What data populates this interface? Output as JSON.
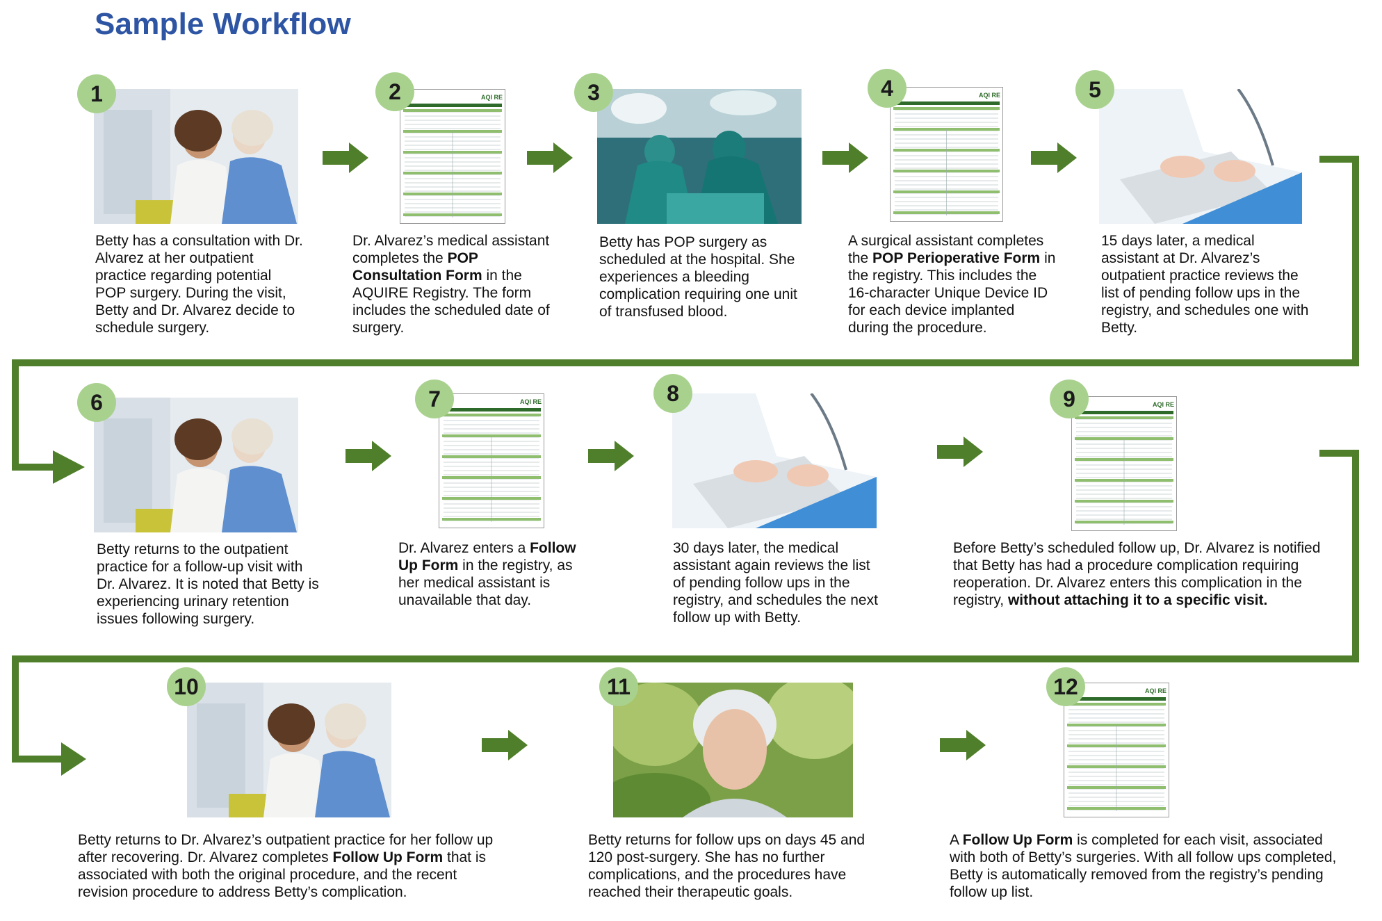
{
  "title": "Sample Workflow",
  "colors": {
    "title": "#2e55a3",
    "badge": "#a9d18e",
    "arrow": "#4f7f2a",
    "form_header": "#2e6b2a"
  },
  "form_logo": "AQI RE",
  "steps": [
    {
      "n": "1",
      "image": "consultation-photo",
      "text": [
        [
          "Betty has a consultation with Dr. Alvarez at her outpatient practice regarding potential POP surgery. During the visit, Betty and Dr. Alvarez decide to schedule surgery.",
          false
        ]
      ]
    },
    {
      "n": "2",
      "image": "consultation-form-thumbnail",
      "text": [
        [
          "Dr. Alvarez’s medical assistant completes the ",
          false
        ],
        [
          "POP Consultation Form",
          true
        ],
        [
          " in the AQUIRE Registry. The form includes the scheduled date of surgery.",
          false
        ]
      ]
    },
    {
      "n": "3",
      "image": "surgery-photo",
      "text": [
        [
          "Betty has POP surgery as scheduled at the hospital. She experiences a bleeding complication requiring one unit of transfused blood.",
          false
        ]
      ]
    },
    {
      "n": "4",
      "image": "perioperative-form-thumbnail",
      "text": [
        [
          "A surgical assistant completes the ",
          false
        ],
        [
          "POP Perioperative Form",
          true
        ],
        [
          " in the registry. This includes the 16-character Unique Device ID for each device implanted during the procedure.",
          false
        ]
      ]
    },
    {
      "n": "5",
      "image": "laptop-photo",
      "text": [
        [
          "15 days later, a medical assistant at Dr. Alvarez’s outpatient practice reviews the list of pending follow ups in the registry, and schedules one with Betty.",
          false
        ]
      ]
    },
    {
      "n": "6",
      "image": "consultation-photo",
      "text": [
        [
          "Betty returns to the outpatient practice for a follow-up visit with Dr. Alvarez. It is noted that Betty is experiencing urinary retention issues following surgery.",
          false
        ]
      ]
    },
    {
      "n": "7",
      "image": "follow-up-form-thumbnail",
      "text": [
        [
          "Dr. Alvarez enters a ",
          false
        ],
        [
          "Follow Up Form",
          true
        ],
        [
          " in the registry, as her medical assistant is unavailable that day.",
          false
        ]
      ]
    },
    {
      "n": "8",
      "image": "laptop-photo",
      "text": [
        [
          "30 days later, the medical assistant again reviews the list of pending follow ups in the registry, and schedules the next follow up with Betty.",
          false
        ]
      ]
    },
    {
      "n": "9",
      "image": "follow-up-form-thumbnail",
      "text": [
        [
          "Before Betty’s scheduled follow up, Dr. Alvarez is notified that Betty has had a procedure complication requiring reoperation. Dr. Alvarez enters this complication in the registry, ",
          false
        ],
        [
          "without attaching it to a specific visit.",
          true
        ]
      ]
    },
    {
      "n": "10",
      "image": "consultation-photo",
      "text": [
        [
          "Betty returns to Dr. Alvarez’s outpatient practice for her follow up after recovering. Dr. Alvarez completes ",
          false
        ],
        [
          "Follow Up Form",
          true
        ],
        [
          " that is associated with both the original procedure, and the recent revision procedure to address Betty’s complication.",
          false
        ]
      ]
    },
    {
      "n": "11",
      "image": "patient-portrait-photo",
      "text": [
        [
          "Betty returns for follow ups on days 45 and 120 post-surgery. She has no further complications, and the procedures have reached their therapeutic goals.",
          false
        ]
      ]
    },
    {
      "n": "12",
      "image": "follow-up-form-thumbnail",
      "text": [
        [
          "A ",
          false
        ],
        [
          "Follow Up Form",
          true
        ],
        [
          " is completed for each visit, associated with both of Betty’s surgeries. With all follow ups completed, Betty is automatically removed from the registry’s pending follow up list.",
          false
        ]
      ]
    }
  ]
}
